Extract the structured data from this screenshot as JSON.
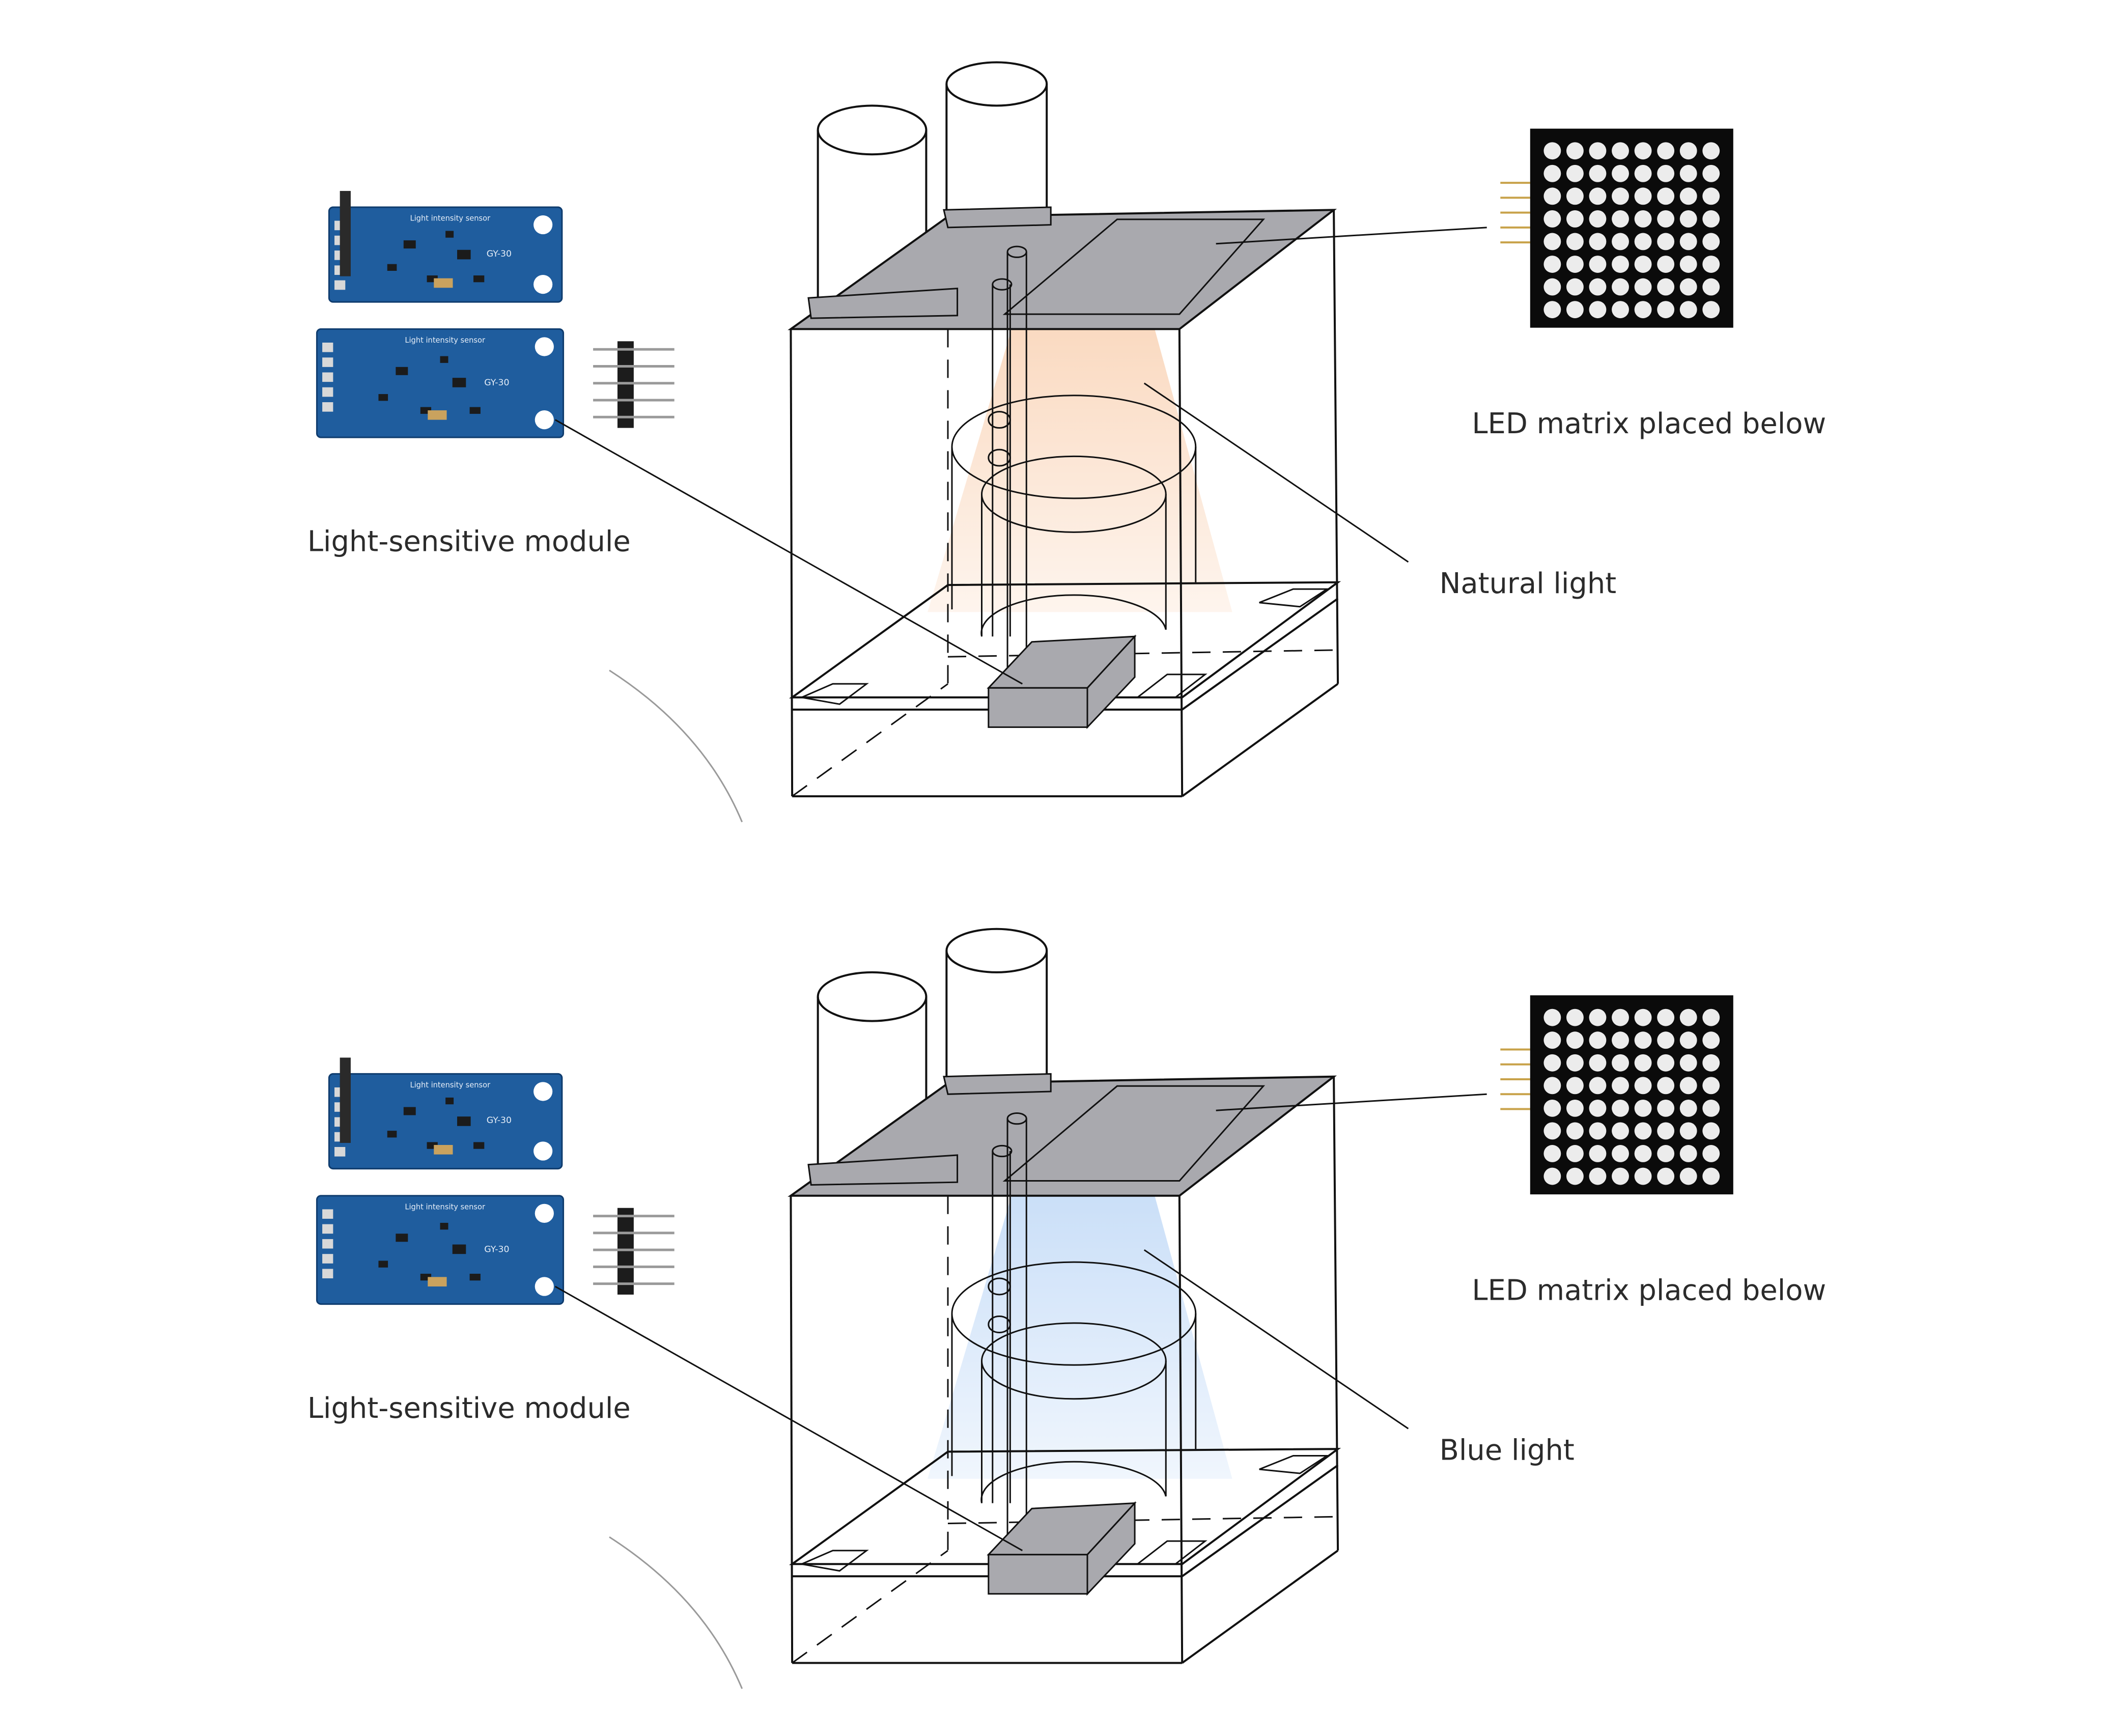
{
  "panels": [
    {
      "module_label": "Light-sensitive module",
      "led_label": "LED matrix placed below",
      "light_label": "Natural light",
      "light_color": "#f6b98a",
      "board_silkscreen": "Light intensity sensor",
      "board_model": "GY-30"
    },
    {
      "module_label": "Light-sensitive module",
      "led_label": "LED matrix placed below",
      "light_label": "Blue light",
      "light_color": "#9cc3f2",
      "board_silkscreen": "Light intensity sensor",
      "board_model": "GY-30"
    }
  ],
  "colors": {
    "line": "#111111",
    "gray_panel": "#a9a9ae",
    "pcb_blue": "#1f5d9e",
    "led_body": "#0b0b0b",
    "led_dot": "#ececec"
  }
}
